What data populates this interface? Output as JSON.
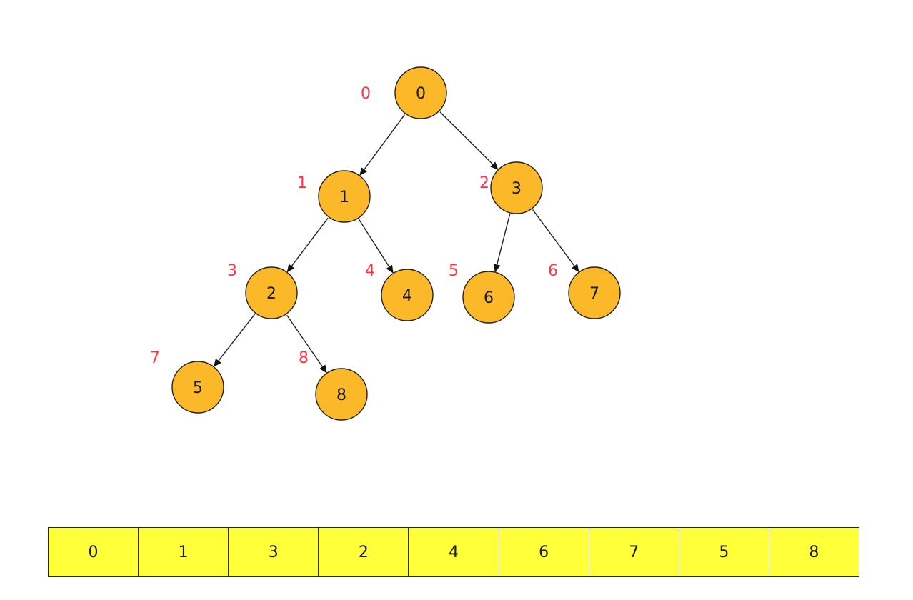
{
  "colors": {
    "node_fill": "#FBB829",
    "index_label": "#FF3344",
    "array_cell_fill": "#FFFF3A"
  },
  "tree": {
    "nodes": [
      {
        "id": "n0",
        "value": "0",
        "index": "0"
      },
      {
        "id": "n1",
        "value": "1",
        "index": "1"
      },
      {
        "id": "n2",
        "value": "3",
        "index": "2"
      },
      {
        "id": "n3",
        "value": "2",
        "index": "3"
      },
      {
        "id": "n4",
        "value": "4",
        "index": "4"
      },
      {
        "id": "n5",
        "value": "6",
        "index": "5"
      },
      {
        "id": "n6",
        "value": "7",
        "index": "6"
      },
      {
        "id": "n7",
        "value": "5",
        "index": "7"
      },
      {
        "id": "n8",
        "value": "8",
        "index": "8"
      }
    ],
    "edges": [
      {
        "from": "n0",
        "to": "n1"
      },
      {
        "from": "n0",
        "to": "n2"
      },
      {
        "from": "n1",
        "to": "n3"
      },
      {
        "from": "n1",
        "to": "n4"
      },
      {
        "from": "n2",
        "to": "n5"
      },
      {
        "from": "n2",
        "to": "n6"
      },
      {
        "from": "n3",
        "to": "n7"
      },
      {
        "from": "n3",
        "to": "n8"
      }
    ]
  },
  "array": {
    "cells": [
      "0",
      "1",
      "3",
      "2",
      "4",
      "6",
      "7",
      "5",
      "8"
    ]
  }
}
